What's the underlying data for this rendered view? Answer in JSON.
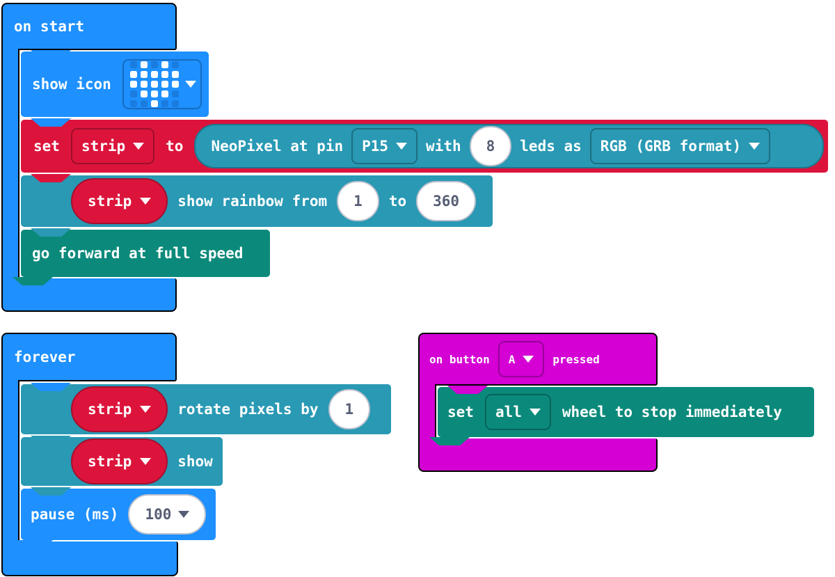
{
  "palette": {
    "basic_blue": "#1E90FF",
    "basic_blue_border": "#176DC4",
    "neopixel_teal": "#2999B4",
    "neopixel_teal_border": "#1E758C",
    "robot_teal": "#0B8A7B",
    "robot_teal_border": "#076C60",
    "input_magenta": "#D400D4",
    "input_magenta_border": "#A600A6",
    "variables_red": "#DC143C",
    "variables_red_border": "#A50F2E",
    "value_text": "#575E75",
    "led_on": "#FFFFFF",
    "led_off": "#1A7CE0"
  },
  "on_start": {
    "label": "on start",
    "show_icon": {
      "label": "show icon",
      "icon": "heart-icon",
      "grid": [
        [
          0,
          1,
          0,
          1,
          0
        ],
        [
          1,
          1,
          1,
          1,
          1
        ],
        [
          1,
          1,
          1,
          1,
          1
        ],
        [
          0,
          1,
          1,
          1,
          0
        ],
        [
          0,
          0,
          1,
          0,
          0
        ]
      ]
    },
    "set_strip": {
      "kw_set": "set",
      "variable": "strip",
      "kw_to": "to",
      "neopixel": {
        "label_pin": "NeoPixel at pin",
        "pin": "P15",
        "label_with": "with",
        "count": "8",
        "label_leds": "leds as",
        "format": "RGB (GRB format)"
      }
    },
    "rainbow": {
      "variable": "strip",
      "label": "show rainbow from",
      "from": "1",
      "kw_to": "to",
      "to": "360"
    },
    "go_forward": {
      "label": "go forward at full speed"
    }
  },
  "forever": {
    "label": "forever",
    "rotate": {
      "variable": "strip",
      "label": "rotate pixels by",
      "value": "1"
    },
    "show": {
      "variable": "strip",
      "label": "show"
    },
    "pause": {
      "label": "pause (ms)",
      "value": "100"
    }
  },
  "on_button": {
    "label_on": "on button",
    "button": "A",
    "label_pressed": "pressed",
    "set_wheel": {
      "kw_set": "set",
      "selector": "all",
      "label": "wheel to stop immediately"
    }
  }
}
